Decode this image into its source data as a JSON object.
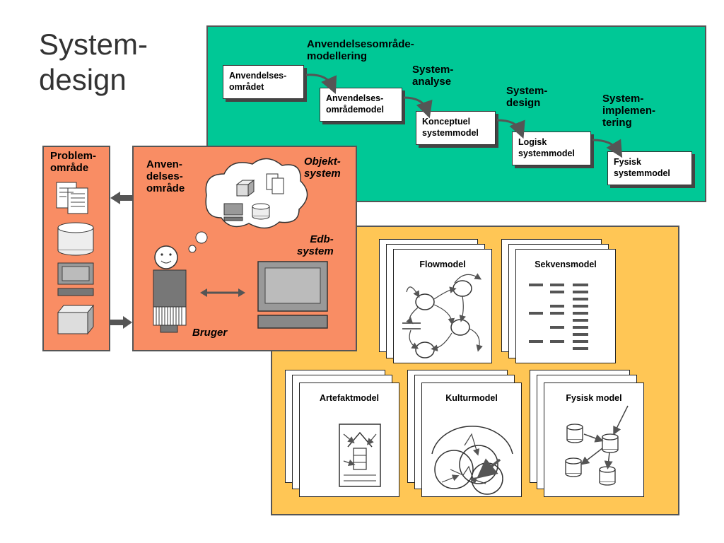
{
  "title": "System-\ndesign",
  "top_process": {
    "boxes": {
      "anvendelsesomraadet": "Anvendelses-\nområdet",
      "anvendelsesomraademodel": "Anvendelses-\nområdemodel",
      "konceptuel": "Konceptuel\nsystemmodel",
      "logisk": "Logisk\nsystemmodel",
      "fysisk": "Fysisk\nsystemmodel"
    },
    "steps": {
      "modellering": "Anvendelsesområde-\nmodellering",
      "analyse": "System-\nanalyse",
      "design": "System-\ndesign",
      "implementering": "System-\nimplemen-\ntering"
    }
  },
  "problem_area": {
    "label": "Problem-\nområde"
  },
  "application_area": {
    "label": "Anven-\ndelses-\nområde",
    "object_system": "Objekt-\nsystem",
    "computer_system": "Edb-\nsystem",
    "user": "Bruger"
  },
  "models": {
    "flow": "Flowmodel",
    "sequence": "Sekvensmodel",
    "artifact": "Artefaktmodel",
    "culture": "Kulturmodel",
    "physical": "Fysisk model"
  },
  "colors": {
    "green_panel": "#00c896",
    "yellow_panel": "#ffc655",
    "orange_panel": "#f98d64"
  }
}
